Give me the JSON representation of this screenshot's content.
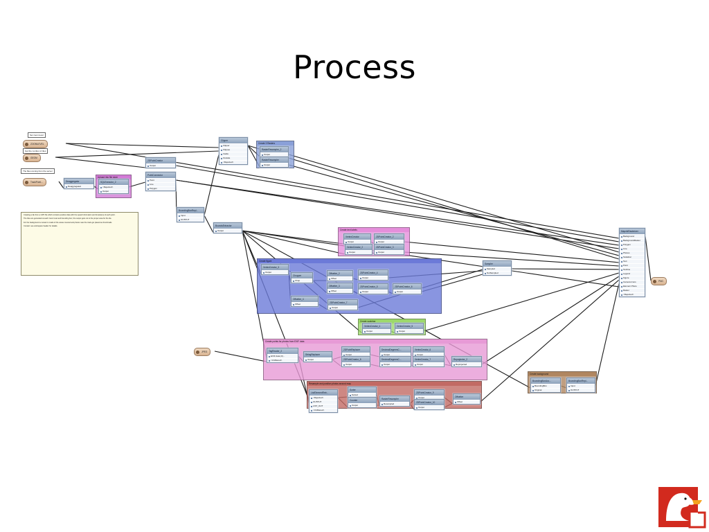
{
  "slide": {
    "title": "Process"
  },
  "annotations": [
    "Set zoom level",
    "Get the number of tiles",
    "The files coming from the server"
  ],
  "comment": {
    "text": [
      "Creating a tile from a GPX file which contains position data with the speed information and timestamp of each point.",
      "The tiles are generated at each zoom level and bounding box; the output gets cut to the proper area for the tile.",
      "For the background a mosaic is made of the areas covered and photos near the track get placed as thumbnails.",
      "Contact: see workspace header for details."
    ]
  },
  "readers": [
    {
      "label": "ZOOMLEVEL"
    },
    {
      "label": "GEOM"
    },
    {
      "label": "TrackPoint..."
    },
    {
      "label": "JPEG"
    }
  ],
  "writer": {
    "label": "PNG"
  },
  "bookmarks": [
    {
      "key": "scale",
      "title": "Create 3 Rasters",
      "color": "#8aa0d8"
    },
    {
      "key": "sql",
      "title": "Upload into file store",
      "color": "#d27ad6"
    },
    {
      "key": "text",
      "title": "Create text labels",
      "color": "#e58fdb"
    },
    {
      "key": "fig",
      "title": "Create figure",
      "color": "#6c7ad8"
    },
    {
      "key": "scalebar",
      "title": "Create scalebar",
      "color": "#9cd86a"
    },
    {
      "key": "photos",
      "title": "Create points for photos from EXIF data",
      "color": "#e79ad6"
    },
    {
      "key": "mosaic",
      "title": "Resample and position photos around map",
      "color": "#c26a64"
    },
    {
      "key": "bg",
      "title": "Create background",
      "color": "#b08660"
    }
  ],
  "transformers": {
    "clipper": {
      "name": "Clipper",
      "ports": [
        "Clipper",
        "Clippee",
        "Inside",
        "Outside",
        "<Rejected>"
      ]
    },
    "resampler1": {
      "name": "RasterResampler_2",
      "ports": [
        "Output"
      ]
    },
    "resampler2": {
      "name": "RasterResampler",
      "ports": [
        "Output"
      ]
    },
    "creator": {
      "name": "2DPointCreator",
      "ports": [
        "Output"
      ]
    },
    "deagg": {
      "name": "Deaggregator",
      "ports": [
        "Deaggregated"
      ]
    },
    "sqlexec": {
      "name": "SQLExecutor_2",
      "ports": [
        "<Rejected>",
        "Output"
      ]
    },
    "ptconn": {
      "name": "PointConnector",
      "ports": [
        "Point",
        "Line",
        "Polygon"
      ]
    },
    "bbox": {
      "name": "BoundingBoxRepl...",
      "ports": [
        "Input",
        "OUTPUT"
      ]
    },
    "bounds": {
      "name": "BoundsExtractor",
      "ports": [
        "Output"
      ]
    },
    "vc1": {
      "name": "VertexCreator",
      "ports": [
        "Output"
      ]
    },
    "vc2": {
      "name": "VertexCreator_2",
      "ports": [
        "Output"
      ]
    },
    "lb1": {
      "name": "2DPointCreator_2",
      "ports": [
        "Output"
      ]
    },
    "lb2": {
      "name": "2DPointCreator_3",
      "ports": [
        "Output"
      ]
    },
    "fvc": {
      "name": "VertexCreator_3",
      "ports": [
        "Output"
      ]
    },
    "chop": {
      "name": "Chopper",
      "ports": [
        "Chop"
      ]
    },
    "off1": {
      "name": "Offsetter_2",
      "ports": [
        "Offset"
      ]
    },
    "off2": {
      "name": "Offsetter_3",
      "ports": [
        "Offset"
      ]
    },
    "off3": {
      "name": "Offsetter_4",
      "ports": [
        "Offset"
      ]
    },
    "f2d1": {
      "name": "2DPointCreator_4",
      "ports": [
        "Output"
      ]
    },
    "f2d2": {
      "name": "2DPointCreator_5",
      "ports": [
        "Output"
      ]
    },
    "f2d3": {
      "name": "2DPointCreator_6",
      "ports": [
        "Output"
      ]
    },
    "f2d4": {
      "name": "2DPointCreator_7",
      "ports": [
        "Output"
      ]
    },
    "sampler": {
      "name": "Sampler",
      "ports": [
        "Sampled",
        "NotSampled"
      ]
    },
    "sb1": {
      "name": "VertexCreator_4",
      "ports": [
        "Output"
      ]
    },
    "sb2": {
      "name": "VertexCreator_5",
      "ports": [
        "Output"
      ]
    },
    "exif": {
      "name": "TagReader_2",
      "ports": [
        "EXIF data (0)...",
        "<Unfiltered>"
      ]
    },
    "strrep": {
      "name": "StringReplacer",
      "ports": [
        "Output"
      ]
    },
    "p1": {
      "name": "2DPointReplacer",
      "ports": [
        "Output"
      ]
    },
    "p2": {
      "name": "2DPointCreator_8",
      "ports": [
        "Output"
      ]
    },
    "dms1": {
      "name": "DecimalDegreesC...",
      "ports": [
        "Output"
      ]
    },
    "dms2": {
      "name": "DecimalDegreesC...",
      "ports": [
        "Output"
      ]
    },
    "v6": {
      "name": "VertexCreator_6",
      "ports": [
        "Output"
      ]
    },
    "v7": {
      "name": "VertexCreator_7",
      "ports": [
        "Output"
      ]
    },
    "reproj": {
      "name": "Reprojector_2",
      "ports": [
        "Reprojected"
      ]
    },
    "lister": {
      "name": "ListElementRetr...",
      "ports": [
        "<Rejected>",
        "OUTPUT",
        "LIST_OUT",
        "<Unfiltered>"
      ]
    },
    "sorter": {
      "name": "Sorter",
      "ports": [
        "Sorted"
      ]
    },
    "counter": {
      "name": "Counter",
      "ports": [
        "Output"
      ]
    },
    "resamp3": {
      "name": "RasterResampler",
      "ports": [
        "Resampled"
      ]
    },
    "rasub1": {
      "name": "2DPointCreator_9",
      "ports": [
        "Output"
      ]
    },
    "rasub2": {
      "name": "2DPointCreator_10",
      "ports": [
        "Output"
      ]
    },
    "offset5": {
      "name": "Offsetter",
      "ports": [
        "Offset"
      ]
    },
    "bgb1": {
      "name": "BoundingBoxAcc...",
      "ports": [
        "BoundingBox",
        "Original"
      ]
    },
    "bgb2": {
      "name": "BoundingBoxRepl...",
      "ports": [
        "Input",
        "OUTPUT"
      ]
    },
    "mosaic": {
      "name": "MapnikRasterizer",
      "ports": [
        "Background",
        "BackgroundRaster",
        "Polygon",
        "Line",
        "Photos",
        "Scalebar",
        "Text",
        "Point",
        "Textline",
        "Legend",
        "Figure",
        "Camera Icons",
        "Element Photo",
        "Raster",
        "<Rejected>"
      ]
    }
  },
  "colors": {
    "accent": "#7d8fa6",
    "link": "#1a1a1a",
    "logo": "#d22a1e"
  }
}
